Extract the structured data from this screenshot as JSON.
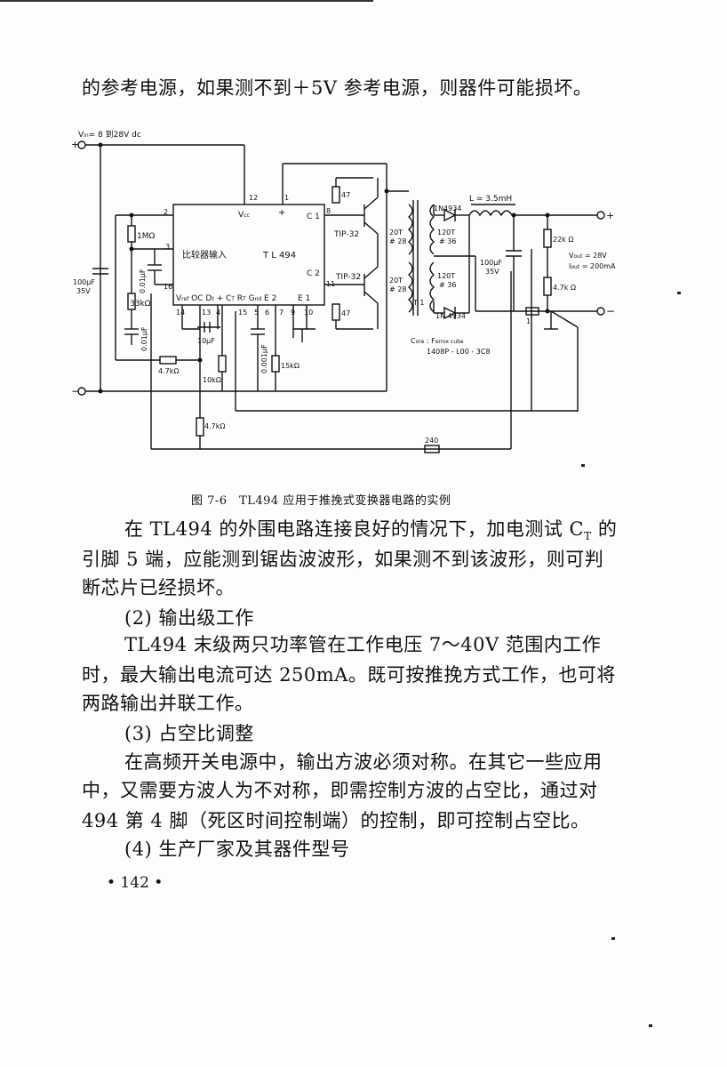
{
  "paragraphs": {
    "p0": "的参考电源，如果测不到＋5V 参考电源，则器件可能损坏。",
    "p1a": "在 TL494 的外围电路连接良好的情况下，加电测试 C",
    "p1a_sub": "T",
    "p1a_end": " 的",
    "p1b": "引脚 5 端，应能测到锯齿波波形，如果测不到该波形，则可判",
    "p1c": "断芯片已经损坏。",
    "h2": "(2) 输出级工作",
    "p2a": "TL494 末级两只功率管在工作电压 7～40V 范围内工作",
    "p2b": "时，最大输出电流可达 250mA。既可按推挽方式工作，也可将",
    "p2c": "两路输出并联工作。",
    "h3": "(3) 占空比调整",
    "p3a": "在高频开关电源中，输出方波必须对称。在其它一些应用",
    "p3b": "中，又需要方波人为不对称，即需控制方波的占空比，通过对",
    "p3c": "494 第 4 脚（死区时间控制端）的控制，即可控制占空比。",
    "h4": "(4) 生产厂家及其器件型号"
  },
  "caption": "图 7-6　TL494 应用于推挽式变换器电路的实例",
  "page_number": "• 142 •",
  "schematic": {
    "vin": "V",
    "vin_sub": "in",
    "vin_val": "= 8 到28V dc",
    "ic_name": "T L 494",
    "vcc": "V",
    "vcc_sub": "cc",
    "comp_input": "比较器输入",
    "pin_row": "V",
    "pin_row_sub": "ref",
    "pin_row_rest": " OC  D",
    "pin_row_t": "t",
    "pin_row_rest2": " +  C",
    "pin_row_ct": "T",
    "pin_row_rest3": "  R",
    "pin_row_rt": "T",
    "pin_row_rest4": " G",
    "pin_row_nd": "nd",
    "pin_row_rest5": " E 2",
    "c1": "C 1",
    "c2": "C 2",
    "e1": "E 1",
    "pins": [
      "12",
      "1",
      "2",
      "3",
      "16",
      "14",
      "13",
      "4",
      "15",
      "5",
      "6",
      "7",
      "9",
      "10",
      "8",
      "11"
    ],
    "r_1m": "1MΩ",
    "r_33k": "33kΩ",
    "c_001a": "0.01μF",
    "c_001b": "0.01μF",
    "c_100u_in": "100μF",
    "c_100u_in_v": "35V",
    "c_10u": "10μF",
    "c_ct": "0.001μF",
    "r_4k7a": "4.7kΩ",
    "r_10k": "10kΩ",
    "r_15k": "15kΩ",
    "r_4k7b": "4.7kΩ",
    "r_47a": "47",
    "r_47b": "47",
    "q1": "TIP-32",
    "q2": "TIP-32",
    "t_20a": "20T",
    "t_28a": "# 28",
    "t_20b": "20T",
    "t_28b": "# 28",
    "t_120a": "120T",
    "t_36a": "# 36",
    "t_120b": "120T",
    "t_36b": "# 36",
    "t1": "T 1",
    "d1": "1N4934",
    "d2": "1N 4934",
    "l1": "L = 3.5mH",
    "c_out": "100μF",
    "c_out_v": "35V",
    "r_22k": "22k Ω",
    "r_4k7c": "4.7k Ω",
    "vout": "V",
    "vout_sub": "out",
    "vout_val": " = 28V",
    "iout": "I",
    "iout_sub": "out",
    "iout_val": " = 200mA",
    "core": "C",
    "core_sub": "ore",
    "core_rest": " : F",
    "core_maker": "errox cube",
    "core_part": "1408P - L00 - 3C8",
    "r_240": "240",
    "r_i": "1"
  }
}
